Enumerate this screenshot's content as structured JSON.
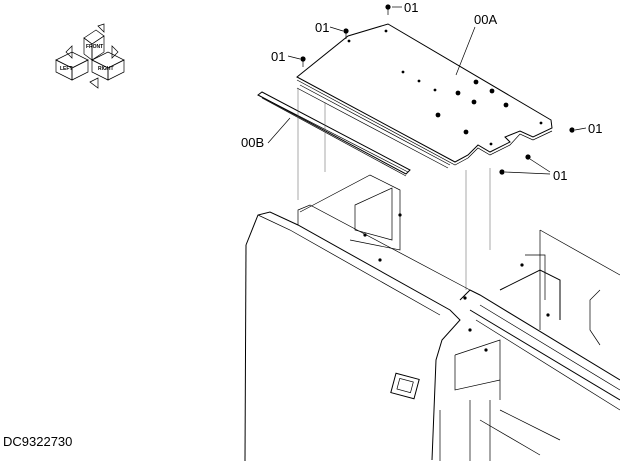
{
  "labels": {
    "bolt_top": "01",
    "bolt_upper_left_a": "01",
    "bolt_upper_left_b": "01",
    "bolt_right": "01",
    "bolt_lower_right": "01",
    "cover_plate": "00A",
    "seal_strip": "00B"
  },
  "drawing_code": "DC9322730",
  "orientation_icon": {
    "name": "front-right-left-orientation-icon",
    "words": [
      "FRONT",
      "LEFT",
      "RIGHT"
    ]
  }
}
